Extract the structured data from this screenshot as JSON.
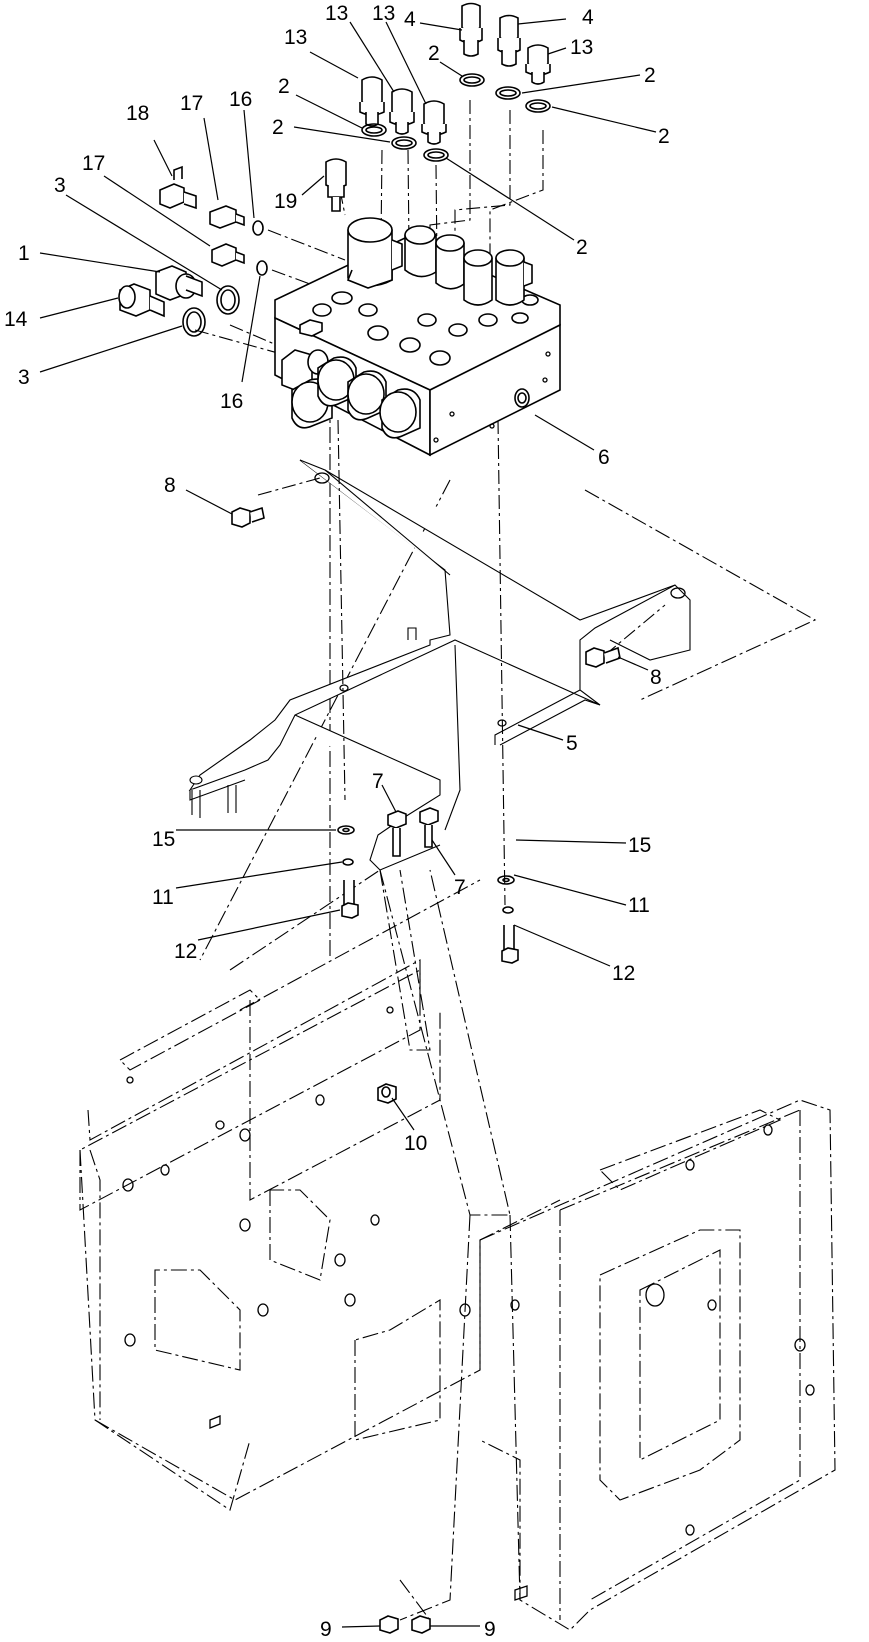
{
  "callouts": [
    {
      "id": "c18",
      "text": "18"
    },
    {
      "id": "c17a",
      "text": "17"
    },
    {
      "id": "c16a",
      "text": "16"
    },
    {
      "id": "c17b",
      "text": "17"
    },
    {
      "id": "c3a",
      "text": "3"
    },
    {
      "id": "c1",
      "text": "1"
    },
    {
      "id": "c14",
      "text": "14"
    },
    {
      "id": "c3b",
      "text": "3"
    },
    {
      "id": "c16b",
      "text": "16"
    },
    {
      "id": "c19",
      "text": "19"
    },
    {
      "id": "c13a",
      "text": "13"
    },
    {
      "id": "c13b",
      "text": "13"
    },
    {
      "id": "c13c",
      "text": "13"
    },
    {
      "id": "c13d",
      "text": "13"
    },
    {
      "id": "c2a",
      "text": "2"
    },
    {
      "id": "c2b",
      "text": "2"
    },
    {
      "id": "c2c",
      "text": "2"
    },
    {
      "id": "c2d",
      "text": "2"
    },
    {
      "id": "c2e",
      "text": "2"
    },
    {
      "id": "c2f",
      "text": "2"
    },
    {
      "id": "c4a",
      "text": "4"
    },
    {
      "id": "c4b",
      "text": "4"
    },
    {
      "id": "c6",
      "text": "6"
    },
    {
      "id": "c8a",
      "text": "8"
    },
    {
      "id": "c8b",
      "text": "8"
    },
    {
      "id": "c5",
      "text": "5"
    },
    {
      "id": "c7a",
      "text": "7"
    },
    {
      "id": "c7b",
      "text": "7"
    },
    {
      "id": "c15a",
      "text": "15"
    },
    {
      "id": "c15b",
      "text": "15"
    },
    {
      "id": "c11a",
      "text": "11"
    },
    {
      "id": "c11b",
      "text": "11"
    },
    {
      "id": "c12a",
      "text": "12"
    },
    {
      "id": "c12b",
      "text": "12"
    },
    {
      "id": "c10",
      "text": "10"
    },
    {
      "id": "c9a",
      "text": "9"
    },
    {
      "id": "c9b",
      "text": "9"
    }
  ]
}
